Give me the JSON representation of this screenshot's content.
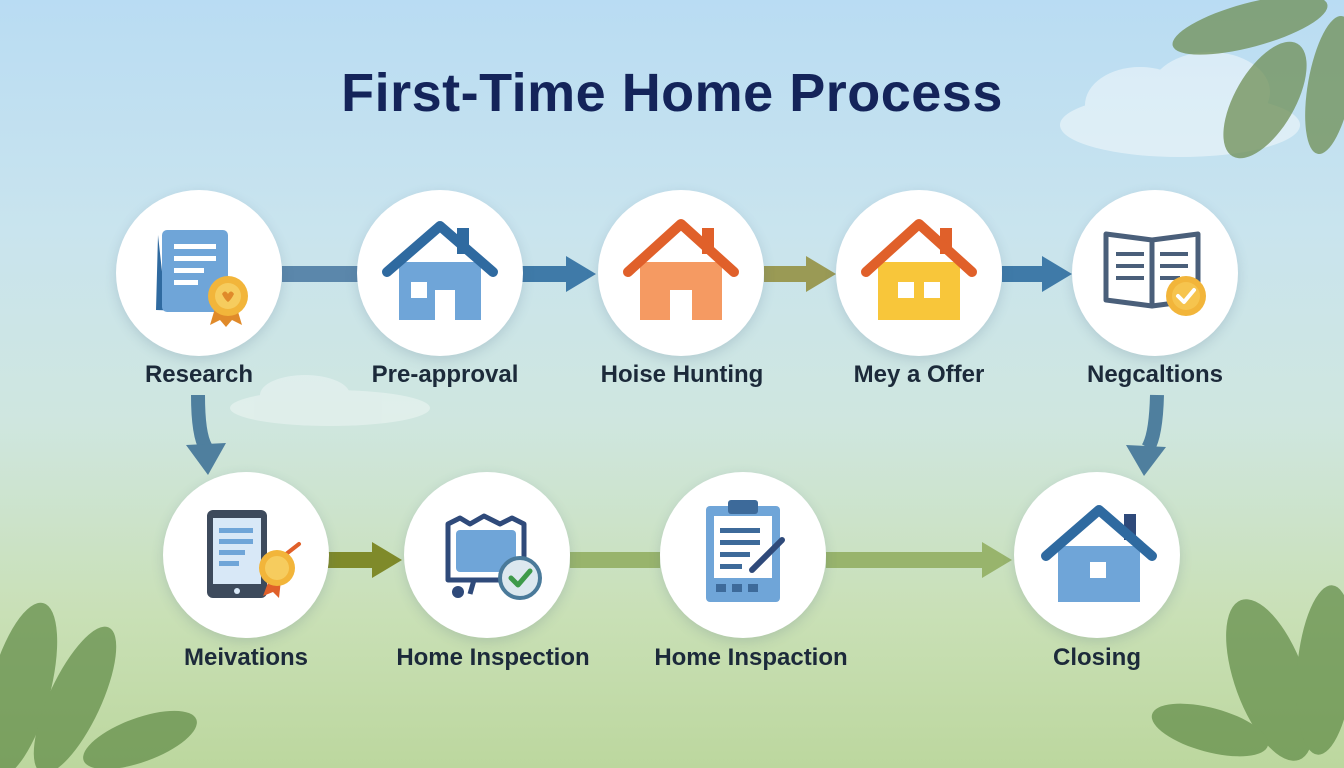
{
  "title": "First-Time Home Process",
  "steps": [
    {
      "label": "Research",
      "icon": "document-award-icon"
    },
    {
      "label": "Pre-approval",
      "icon": "blue-house-icon"
    },
    {
      "label": "Hoise Hunting",
      "icon": "orange-house-icon"
    },
    {
      "label": "Mey a Offer",
      "icon": "yellow-house-icon"
    },
    {
      "label": "Negcaltions",
      "icon": "open-book-check-icon"
    },
    {
      "label": "Meivations",
      "icon": "tablet-award-icon"
    },
    {
      "label": "Home Inspection",
      "icon": "monitor-check-icon"
    },
    {
      "label": "Home Inspaction",
      "icon": "clipboard-pen-icon"
    },
    {
      "label": "Closing",
      "icon": "house-closing-icon"
    }
  ],
  "colors": {
    "title": "#14245a",
    "arrow_blue": "#3f7aa8",
    "arrow_olive": "#8fa24a",
    "arrow_green": "#98b46c"
  }
}
